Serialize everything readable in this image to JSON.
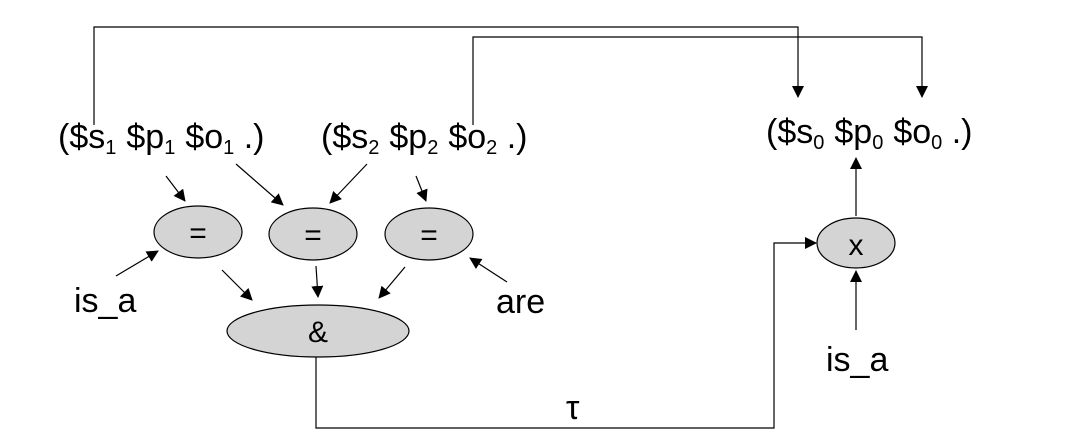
{
  "triples": {
    "t1": {
      "s": "$s",
      "s_sub": "1",
      "p": "$p",
      "p_sub": "1",
      "o": "$o",
      "o_sub": "1",
      "open": "(",
      "close": " .)"
    },
    "t2": {
      "s": "$s",
      "s_sub": "2",
      "p": "$p",
      "p_sub": "2",
      "o": "$o",
      "o_sub": "2",
      "open": "(",
      "close": " .)"
    },
    "t0": {
      "s": "$s",
      "s_sub": "0",
      "p": "$p",
      "p_sub": "0",
      "o": "$o",
      "o_sub": "0",
      "open": "(",
      "close": " .)"
    }
  },
  "nodes": {
    "eq1": "=",
    "eq2": "=",
    "eq3": "=",
    "and": "&",
    "x": "x"
  },
  "constants": {
    "is_a_left": "is_a",
    "are": "are",
    "is_a_right": "is_a"
  },
  "edge_labels": {
    "tau": "τ"
  },
  "colors": {
    "node_fill": "#d4d4d4",
    "stroke": "#000000"
  }
}
